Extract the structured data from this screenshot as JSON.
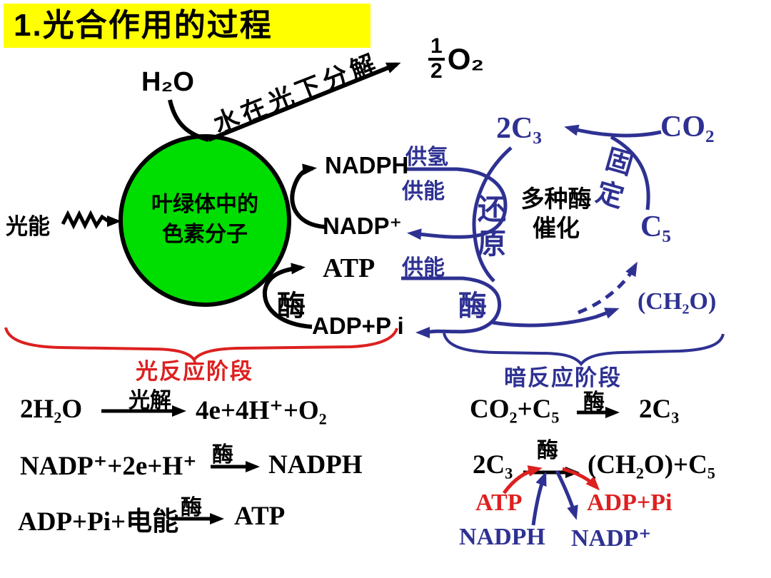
{
  "title": "1.光合作用的过程",
  "colors": {
    "chlorophyll_green": "#00dd00",
    "accent_blue": "#2e3192",
    "accent_red": "#dd2020",
    "title_bg": "#ffff00"
  },
  "diagram": {
    "h2o": "H₂O",
    "water_split": "水在光下分解",
    "oxygen_num": "1",
    "oxygen_den": "2",
    "oxygen_o2": "O₂",
    "light_energy": "光能",
    "chloroplast_line1": "叶绿体中的",
    "chloroplast_line2": "色素分子",
    "nadph": "NADPH",
    "nadp": "NADP⁺",
    "atp": "ATP",
    "enzyme": "酶",
    "adp_pi": "ADP+P i",
    "supply_h": "供氢",
    "supply_energy": "供能",
    "supply_energy2": "供能",
    "reduction": "还原",
    "enzyme_blue": "酶"
  },
  "cycle": {
    "c3": "2C₃",
    "co2": "CO₂",
    "fixation": "固定",
    "c5": "C₅",
    "ch2o": "(CH₂O)",
    "enzymes_line1": "多种酶",
    "enzymes_line2": "催化"
  },
  "stages": {
    "light": "光反应阶段",
    "dark": "暗反应阶段"
  },
  "equations": {
    "light": [
      {
        "lhs": "2H₂O",
        "label": "光解",
        "rhs": "4e+4H⁺+O₂"
      },
      {
        "lhs": "NADP⁺+2e+H⁺",
        "label": "酶",
        "rhs": "NADPH"
      },
      {
        "lhs": "ADP+Pi+电能",
        "label": "酶",
        "rhs": "ATP"
      }
    ],
    "dark": [
      {
        "lhs": "CO₂+C₅",
        "label": "酶",
        "rhs": "2C₃"
      },
      {
        "lhs": "2C₃",
        "label": "酶",
        "rhs": "(CH₂O)+C₅"
      }
    ]
  },
  "energy": {
    "atp": "ATP",
    "adp_pi": "ADP+Pi",
    "nadph": "NADPH",
    "nadp": "NADP⁺"
  }
}
